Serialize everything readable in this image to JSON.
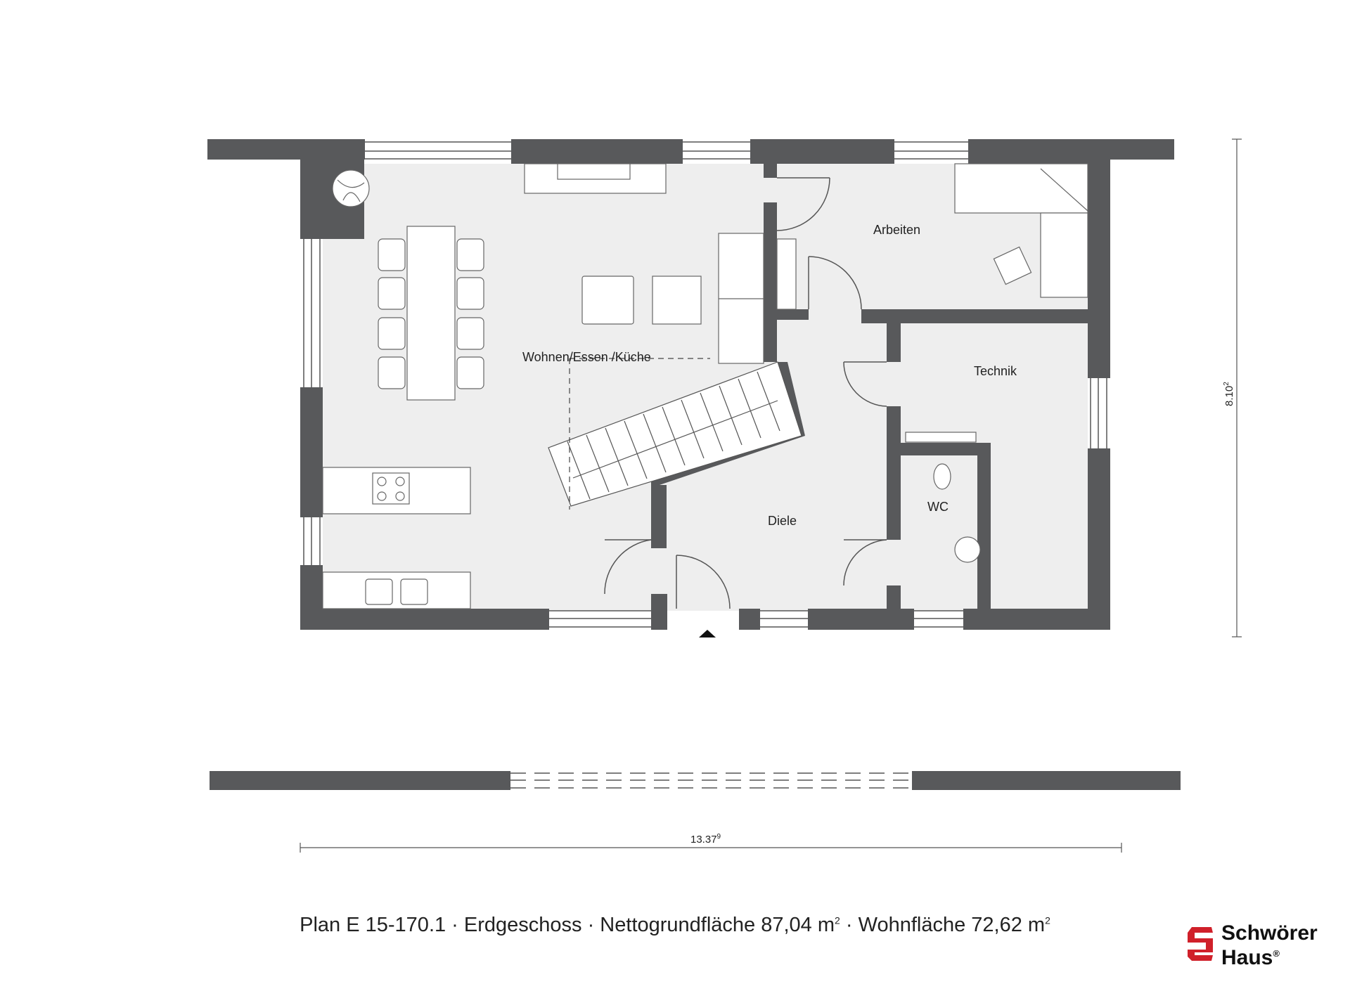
{
  "rooms": {
    "wohnen": "Wohnen/Essen /Küche",
    "arbeiten": "Arbeiten",
    "technik": "Technik",
    "diele": "Diele",
    "wc": "WC"
  },
  "dimensions": {
    "width_main": "13.37",
    "width_sup": "9",
    "height_main": "8.10",
    "height_sup": "2"
  },
  "caption": {
    "part1": "Plan E 15-170.1 · Erdgeschoss · Nettogrundfläche 87,04 m",
    "sup1": "2",
    "part2": " · Wohnfläche 72,62 m",
    "sup2": "2"
  },
  "logo": {
    "line1": "Schwörer",
    "line2": "Haus",
    "reg": "®",
    "color": "#d0202a"
  },
  "colors": {
    "wall": "#58595b",
    "floor": "#eeeeee",
    "line": "#555555"
  }
}
